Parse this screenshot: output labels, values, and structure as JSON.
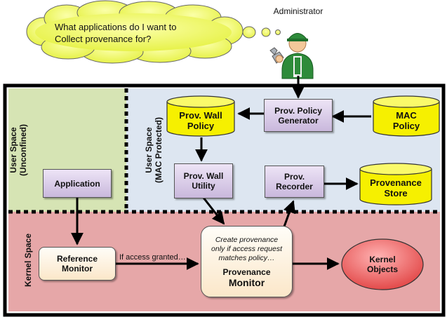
{
  "thought": {
    "line1": "What applications do I want to",
    "line2": "Collect provenance for?"
  },
  "admin_label": "Administrator",
  "zones": {
    "user_unconfined": [
      "User Space",
      "(Unconfined)"
    ],
    "user_mac": [
      "User Space",
      "(MAC Protected)"
    ],
    "kernel": "Kernel Space"
  },
  "nodes": {
    "prov_wall_policy": [
      "Prov. Wall",
      "Policy"
    ],
    "prov_policy_generator": [
      "Prov. Policy",
      "Generator"
    ],
    "mac_policy": [
      "MAC",
      "Policy"
    ],
    "application": "Application",
    "prov_wall_utility": [
      "Prov. Wall",
      "Utility"
    ],
    "prov_recorder": [
      "Prov.",
      "Recorder"
    ],
    "provenance_store": [
      "Provenance",
      "Store"
    ],
    "reference_monitor": [
      "Reference",
      "Monitor"
    ],
    "provenance_monitor": {
      "note": [
        "Create provenance",
        "only if access request",
        "matches policy…"
      ],
      "title": [
        "Provenance",
        "Monitor"
      ]
    },
    "kernel_objects": [
      "Kernel",
      "Objects"
    ]
  },
  "edge_labels": {
    "access_granted": "If access granted…"
  },
  "colors": {
    "unconfined_bg": "#d6e4b4",
    "mac_bg": "#dde6f1",
    "kernel_bg": "#e6a7a8",
    "store_yellow": "#f6f000",
    "cloud": "#f0f86a",
    "kernel_objects_red": "#e34a4a"
  }
}
